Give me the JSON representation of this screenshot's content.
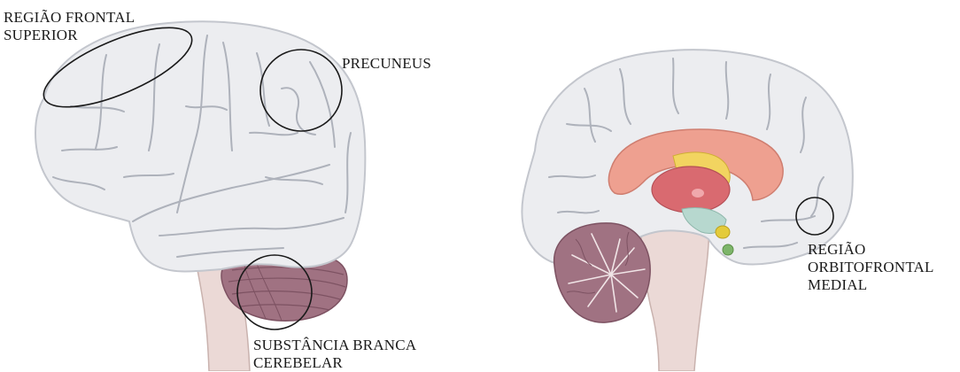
{
  "labels": {
    "superior_frontal": [
      "REGIÃO FRONTAL",
      "SUPERIOR"
    ],
    "precuneus": [
      "PRECUNEUS"
    ],
    "cerebellar_white_matter": [
      "SUBSTÂNCIA BRANCA",
      "CEREBELAR"
    ],
    "medial_orbitofrontal": [
      "REGIÃO",
      "ORBITOFRONTAL",
      "MEDIAL"
    ]
  },
  "colors": {
    "cortex_fill": "#ecedf0",
    "cortex_outline": "#c3c6cd",
    "sulcus": "#aeb2bb",
    "cerebellum": "#a07282",
    "cerebellum_dark": "#7d5262",
    "brainstem": "#ebd9d6",
    "corpus_callosum": "#eea090",
    "thalamus": "#d96a70",
    "fornix": "#f2d460",
    "hypothalamus": "#b7d8cf",
    "pituitary": "#e4cb3a",
    "mammillary": "#7db56a",
    "circle": "#1a1a1a"
  }
}
